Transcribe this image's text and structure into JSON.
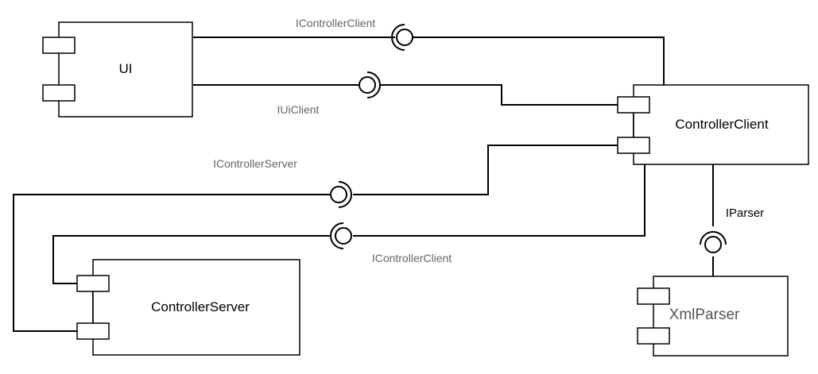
{
  "components": {
    "ui": "UI",
    "controller_client": "ControllerClient",
    "controller_server": "ControllerServer",
    "xml_parser": "XmlParser"
  },
  "interfaces": {
    "controller_client_top": "IControllerClient",
    "ui_client": "IUiClient",
    "controller_server": "IControllerServer",
    "controller_client_bottom": "IControllerClient",
    "parser": "IParser"
  },
  "colors": {
    "label_muted": "#666666",
    "xml_parser_label": "#555555",
    "line": "#000000"
  }
}
